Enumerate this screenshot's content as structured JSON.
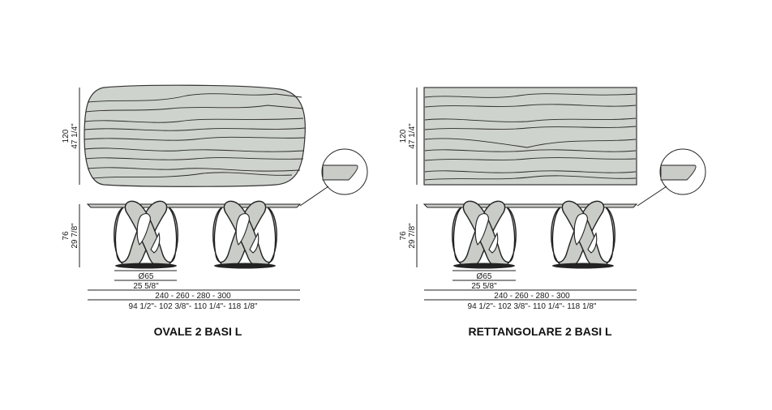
{
  "colors": {
    "top_fill": "#cfd3cd",
    "base_fill": "#c9ccc7",
    "ink": "#1a1a1a"
  },
  "drawings": [
    {
      "title": "OVALE 2 BASI L",
      "depth_cm": "120",
      "depth_in": "47 1/4\"",
      "height_cm": "76",
      "height_in": "29 7/8\"",
      "base_diameter_cm": "Ø65",
      "base_diameter_in": "25 5/8\"",
      "length_cm": "240 - 260 - 280 - 300",
      "length_in": "94 1/2\"- 102 3/8\"- 110 1/4\"- 118 1/8\""
    },
    {
      "title": "RETTANGOLARE 2 BASI L",
      "depth_cm": "120",
      "depth_in": "47 1/4\"",
      "height_cm": "76",
      "height_in": "29 7/8\"",
      "base_diameter_cm": "Ø65",
      "base_diameter_in": "25 5/8\"",
      "length_cm": "240 - 260 - 280 - 300",
      "length_in": "94 1/2\"- 102 3/8\"- 110 1/4\"- 118 1/8\""
    }
  ]
}
